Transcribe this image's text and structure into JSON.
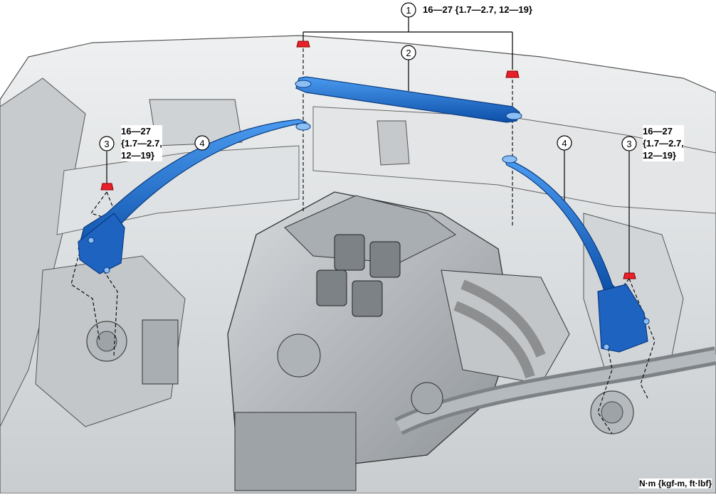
{
  "callouts": {
    "c1": "1",
    "c2": "2",
    "c3_left": "3",
    "c3_right": "3",
    "c4_left": "4",
    "c4_right": "4"
  },
  "torque_top": {
    "line1": "16—27 {1.7—2.7, 12—19}"
  },
  "torque_left": {
    "line1": "16—27",
    "line2": "{1.7—2.7,",
    "line3": "12—19}"
  },
  "torque_right": {
    "line1": "16—27",
    "line2": "{1.7—2.7,",
    "line3": "12—19}"
  },
  "unit_label": "N·m {kgf-m, ft·lbf}",
  "colors": {
    "strut_bar": "#1565c8",
    "strut_bar_highlight": "#3d8fe8",
    "bolt": "#e8202a",
    "engine_gray": "#b8bcc0",
    "body_gray": "#d9dcde"
  }
}
